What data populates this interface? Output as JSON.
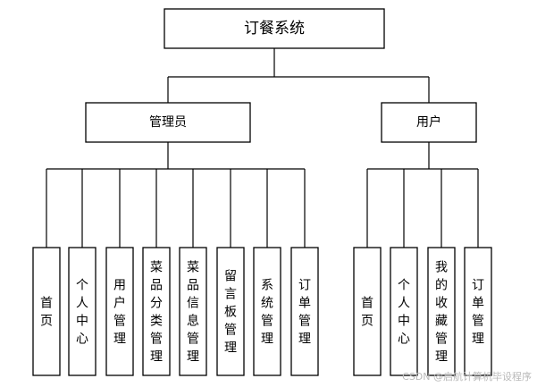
{
  "diagram": {
    "root": "订餐系统",
    "branches": [
      {
        "label": "管理员",
        "children": [
          "首页",
          "个人中心",
          "用户管理",
          "菜品分类管理",
          "菜品信息管理",
          "留言板管理",
          "系统管理",
          "订单管理"
        ]
      },
      {
        "label": "用户",
        "children": [
          "首页",
          "个人中心",
          "我的收藏管理",
          "订单管理"
        ]
      }
    ]
  },
  "watermark": "CSDN @启航计算机毕设程序"
}
